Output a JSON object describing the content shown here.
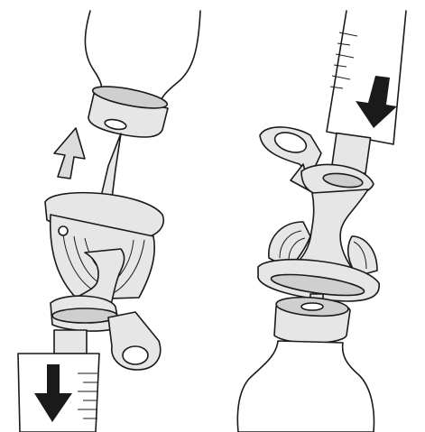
{
  "figure": {
    "panels": [
      {
        "id": "left",
        "step": "vial-adapter-detached-from-bottle-upside-down"
      },
      {
        "id": "right",
        "step": "vial-adapter-attached-to-bottle-upright"
      }
    ],
    "colors": {
      "background": "#ffffff",
      "outline": "#1a1a1a",
      "part_fill": "#e6e6e6",
      "part_fill_dark": "#cfcfcf",
      "arrow_solid": "#1a1a1a",
      "arrow_hollow": "#dcdcdc"
    },
    "icons": [
      "up-arrow-icon",
      "down-arrow-icon"
    ]
  }
}
